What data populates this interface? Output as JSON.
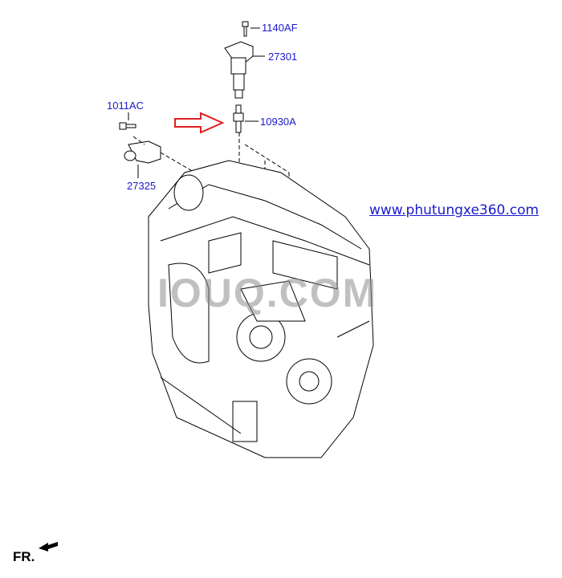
{
  "parts": [
    {
      "id": "1140AF"
    },
    {
      "id": "27301"
    },
    {
      "id": "10930A"
    },
    {
      "id": "1011AC"
    },
    {
      "id": "27325"
    }
  ],
  "website": "www.phutungxe360.com",
  "watermark": "IOUQ.COM",
  "front_marker": "FR.",
  "colors": {
    "label": "#1a1acc",
    "arrow": "#e02020",
    "lines": "#000000"
  }
}
